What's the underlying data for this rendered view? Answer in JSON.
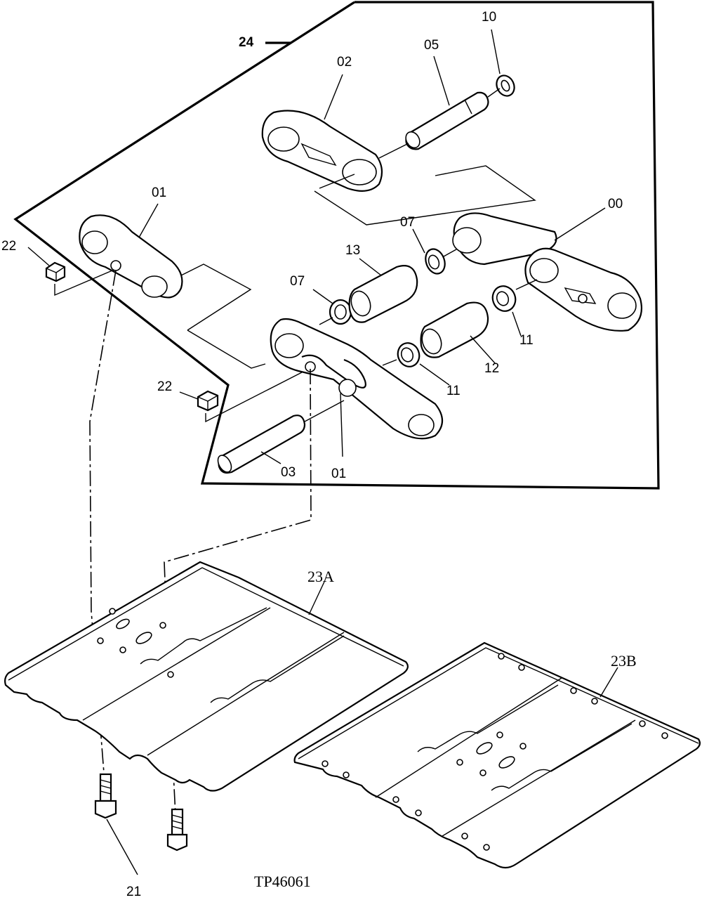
{
  "drawing": {
    "reference_code": "TP46061",
    "callouts": {
      "assembly": "24",
      "link_assembly": "00",
      "link_left_a": "01",
      "link_left_b": "01",
      "link_right": "02",
      "pin_short": "03",
      "pin_master": "05",
      "seal_a": "07",
      "seal_b": "07",
      "retainer": "10",
      "spacer_a": "11",
      "spacer_b": "11",
      "bushing_master": "12",
      "bushing": "13",
      "nut_a": "22",
      "nut_b": "22",
      "bolts": "21",
      "shoe_a": "23A",
      "shoe_b": "23B"
    }
  }
}
